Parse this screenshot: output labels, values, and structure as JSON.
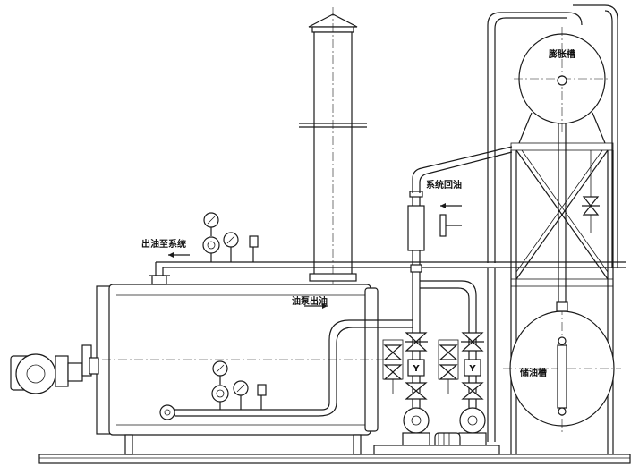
{
  "labels": {
    "expansion_tank": "膨胀槽",
    "system_return": "系统回油",
    "oil_to_system": "出油至系统",
    "pump_outlet": "油泵出油",
    "storage_tank": "储油槽",
    "strainer_mark": "Y"
  }
}
